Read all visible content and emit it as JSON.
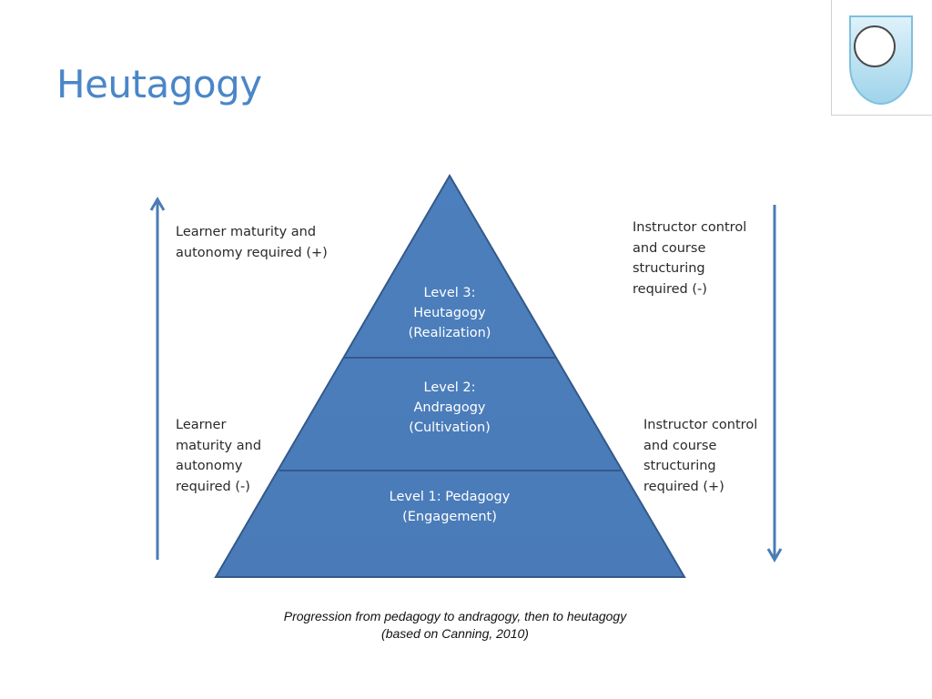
{
  "slide": {
    "title": "Heutagogy"
  },
  "logo": {
    "icon": "shield-logo"
  },
  "diagram": {
    "left_top_label": "Learner maturity and\nautonomy required (+)",
    "left_bottom_label": "Learner\nmaturity and\nautonomy\nrequired (-)",
    "right_top_label": "Instructor control\nand course\nstructuring\nrequired (-)",
    "right_bottom_label": "Instructor control\nand course\nstructuring\nrequired (+)",
    "levels": [
      {
        "text": "Level 3:\nHeutagogy\n(Realization)"
      },
      {
        "text": "Level 2:\nAndragogy\n(Cultivation)"
      },
      {
        "text": "Level 1: Pedagogy\n(Engagement)"
      }
    ],
    "colors": {
      "pyramid_fill": "#4f7fba",
      "pyramid_edge": "#34598a",
      "arrow": "#4a7cb6"
    }
  },
  "caption": {
    "line1": "Progression from pedagogy to andragogy, then to heutagogy",
    "line2": "(based on Canning, 2010)"
  }
}
